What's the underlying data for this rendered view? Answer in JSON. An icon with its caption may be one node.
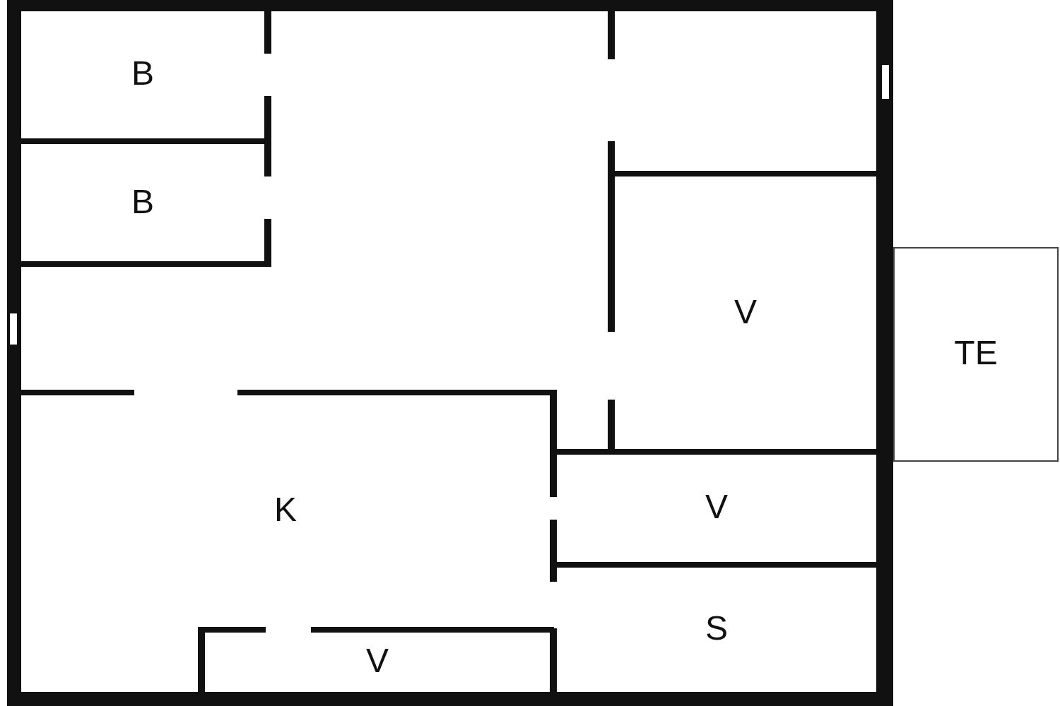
{
  "diagram": {
    "nodes": [
      {
        "text": [
          "B"
        ]
      },
      {
        "text": [
          "B"
        ]
      },
      {
        "text": [
          "V"
        ]
      },
      {
        "text": [
          "TE"
        ]
      },
      {
        "text": [
          "K"
        ]
      },
      {
        "text": [
          "V"
        ]
      },
      {
        "text": [
          "S"
        ]
      },
      {
        "text": [
          "V"
        ]
      }
    ]
  }
}
